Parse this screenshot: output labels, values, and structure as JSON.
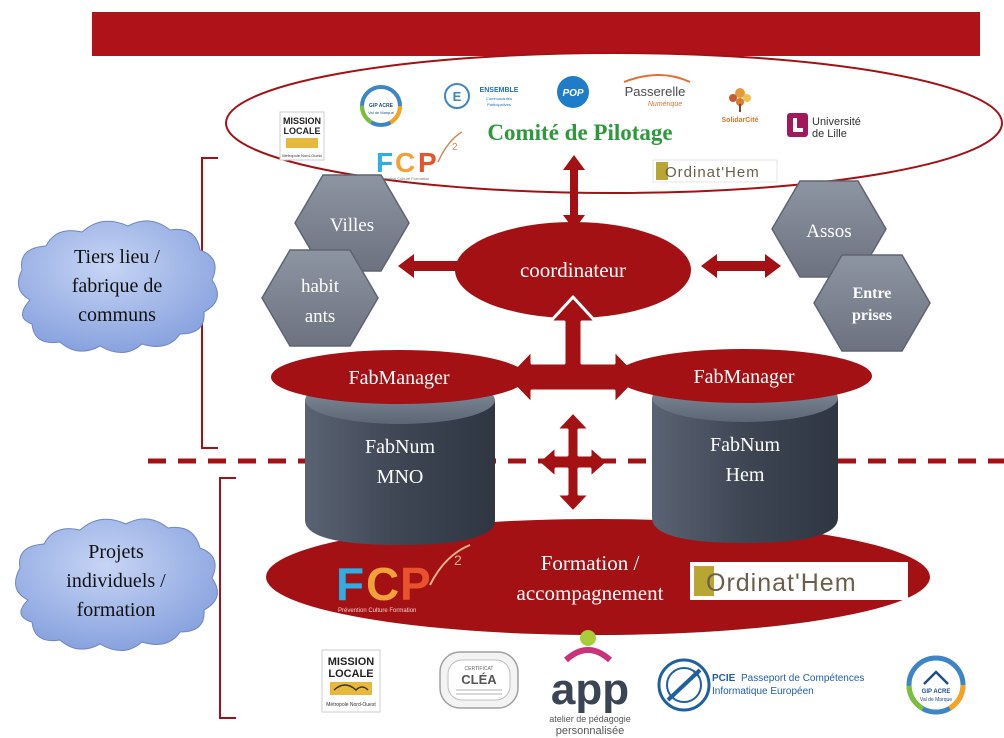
{
  "colors": {
    "banner": "#b0121a",
    "darkred": "#a31115",
    "hexagon": "#7d8391",
    "hexagon_stroke": "#5f6470",
    "cloud": "#8da7e0",
    "cylinder": "#4e5766",
    "green": "#2c9a3a"
  },
  "committee": {
    "title": "Comité de Pilotage",
    "logos": {
      "mission_locale": [
        "MISSION",
        "LOCALE",
        "Métropole Nord-Ouest"
      ],
      "gip_acre": [
        "GIP ACRE",
        "Val de Marque"
      ],
      "ensemble": [
        "ENSEMBLE",
        "Communautés",
        "Participatives"
      ],
      "pop": "POP",
      "passerelle": [
        "Passerelle",
        "Numérique"
      ],
      "solidarcite": "SolidarCité",
      "universite": [
        "Université",
        "de Lille"
      ],
      "fcp": [
        "FCP",
        "Prévention Culture Formation"
      ],
      "ordinat": "Ordinat'Hem"
    }
  },
  "hexagons": {
    "villes": "Villes",
    "habitants": [
      "habit",
      "ants"
    ],
    "assos": "Assos",
    "entreprises": [
      "Entre",
      "prises"
    ]
  },
  "coordinator": "coordinateur",
  "fabmanager_left": "FabManager",
  "fabmanager_right": "FabManager",
  "fabnum_left": [
    "FabNum",
    "MNO"
  ],
  "fabnum_right": [
    "FabNum",
    "Hem"
  ],
  "clouds": {
    "top": [
      "Tiers lieu /",
      "fabrique de",
      "communs"
    ],
    "bottom": [
      "Projets",
      "individuels /",
      "formation"
    ]
  },
  "formation": [
    "Formation /",
    "accompagnement"
  ],
  "formation_logos": {
    "fcp": [
      "FCP",
      "Prévention Culture Formation"
    ],
    "ordinat": "Ordinat'Hem"
  },
  "bottom_logos": {
    "mission_locale": [
      "MISSION",
      "LOCALE",
      "Métropole Nord-Ouest"
    ],
    "clea": [
      "CERTIFICAT",
      "CLÉA"
    ],
    "app": [
      "app",
      "atelier de pédagogie",
      "personnalisée"
    ],
    "pcie": [
      "PCIE",
      "Passeport de Compétences",
      "Informatique Européen"
    ],
    "gip_acre": [
      "GIP ACRE",
      "Val de Marque"
    ]
  }
}
